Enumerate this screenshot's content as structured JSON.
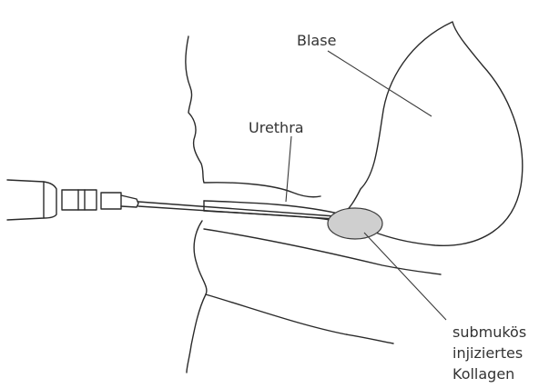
{
  "labels": {
    "bladder": "Blase",
    "urethra": "Urethra",
    "collagen_line1": "submukös",
    "collagen_line2": "injiziertes",
    "collagen_line3": "Kollagen"
  },
  "colors": {
    "line": "#2a2a2a",
    "text": "#333333",
    "collagen_fill": "#cfcfcf",
    "background": "#ffffff"
  }
}
